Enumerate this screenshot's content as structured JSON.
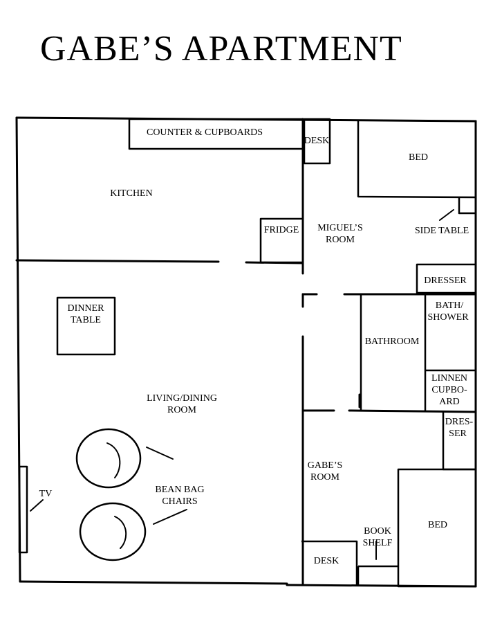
{
  "title": "GABE’S APARTMENT",
  "labels": {
    "counter": "COUNTER & CUPBOARDS",
    "desk_top": "DESK",
    "bed_top": "BED",
    "kitchen": "KITCHEN",
    "fridge": "FRIDGE",
    "miguels_room_1": "MIGUEL’S",
    "miguels_room_2": "ROOM",
    "side_table": "SIDE TABLE",
    "dresser_top": "DRESSER",
    "dinner_table_1": "DINNER",
    "dinner_table_2": "TABLE",
    "bath_shower_1": "BATH/",
    "bath_shower_2": "SHOWER",
    "bathroom": "BATHROOM",
    "linnen_1": "LINNEN",
    "linnen_2": "CUPBO-",
    "linnen_3": "ARD",
    "living_1": "LIVING/DINING",
    "living_2": "ROOM",
    "dresser_bottom_1": "DRES-",
    "dresser_bottom_2": "SER",
    "gabes_room_1": "GABE’S",
    "gabes_room_2": "ROOM",
    "tv": "TV",
    "bean_bag_1": "BEAN BAG",
    "bean_bag_2": "CHAIRS",
    "bed_bottom": "BED",
    "book_shelf_1": "BOOK",
    "book_shelf_2": "SHELF",
    "desk_bottom": "DESK"
  }
}
